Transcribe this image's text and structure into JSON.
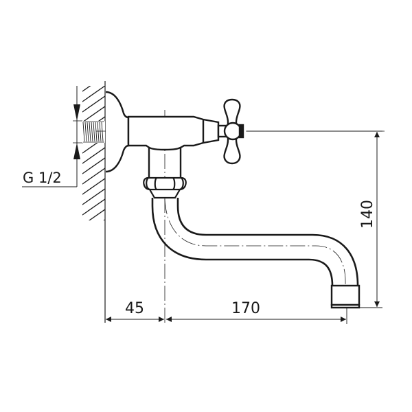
{
  "diagram": {
    "type": "technical-drawing",
    "subject": "wall-mounted tap with swivel spout",
    "colors": {
      "line": "#1a1a1a",
      "background": "#ffffff"
    },
    "thread_label": "G 1/2",
    "dimensions": {
      "wall_to_outlet": {
        "value": "45",
        "orientation": "horizontal"
      },
      "outlet_to_spout": {
        "value": "170",
        "orientation": "horizontal"
      },
      "height": {
        "value": "140",
        "orientation": "vertical"
      }
    },
    "parts": [
      "wall",
      "threaded-connector",
      "flange",
      "valve-body",
      "cross-handle",
      "union-nut",
      "s-spout",
      "aerator-nozzle"
    ]
  }
}
